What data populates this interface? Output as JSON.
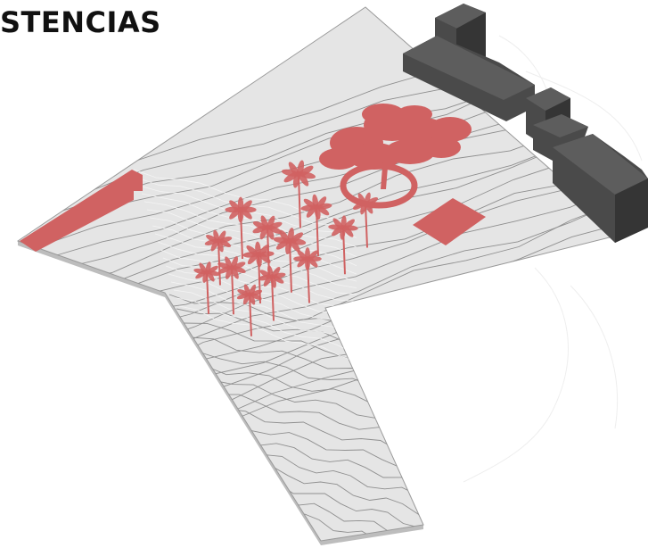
{
  "title": "STENCIAS",
  "colors": {
    "background": "#ffffff",
    "plot_fill": "#e5e5e5",
    "plot_edge": "#9a9a9a",
    "contour": "#8f8f8f",
    "contour_light": "#f4f4f4",
    "highlight": "#d06262",
    "building": "#4a4a4a",
    "building_dark": "#353535",
    "building_top": "#5d5d5d"
  },
  "elements": {
    "terrain": "terrain-plot",
    "buildings": "neighbouring-buildings",
    "tree_large": "large-tree",
    "tree_ring": "tree-ring",
    "palms": "palm-tree-cluster",
    "pad_right": "rectangular-pad",
    "strip_left": "left-edge-strip"
  }
}
